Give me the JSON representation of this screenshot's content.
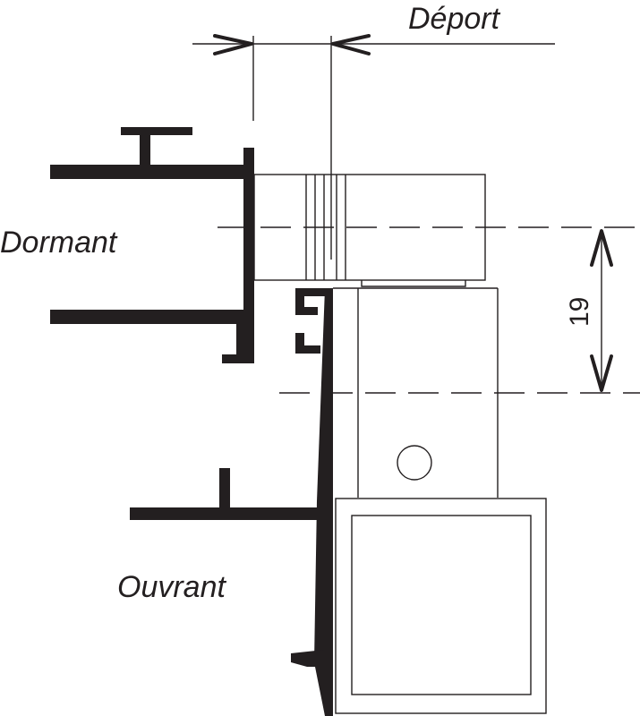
{
  "labels": {
    "deport": "Déport",
    "dormant": "Dormant",
    "ouvrant": "Ouvrant",
    "dimension": "19"
  }
}
